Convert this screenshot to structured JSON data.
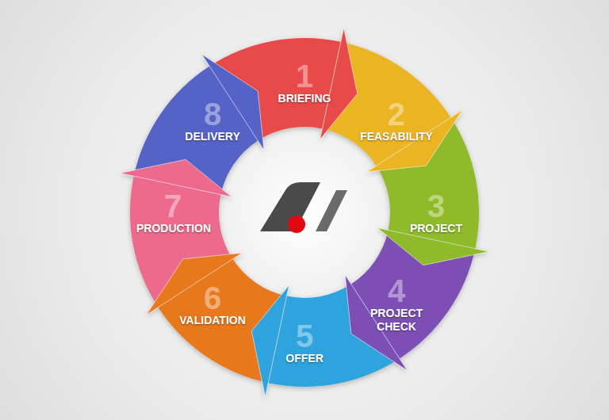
{
  "diagram": {
    "nodes": [
      {
        "text": [
          "BRIEFING",
          "1"
        ]
      },
      {
        "text": [
          "FEASABILITY",
          "2"
        ]
      },
      {
        "text": [
          "PROJECT",
          "3"
        ]
      },
      {
        "text": [
          "PROJECT CHECK",
          "4"
        ]
      },
      {
        "text": [
          "OFFER",
          "5"
        ]
      },
      {
        "text": [
          "VALIDATION",
          "6"
        ]
      },
      {
        "text": [
          "PRODUCTION",
          "7"
        ]
      },
      {
        "text": [
          "DELIVERY",
          "8"
        ]
      }
    ]
  }
}
